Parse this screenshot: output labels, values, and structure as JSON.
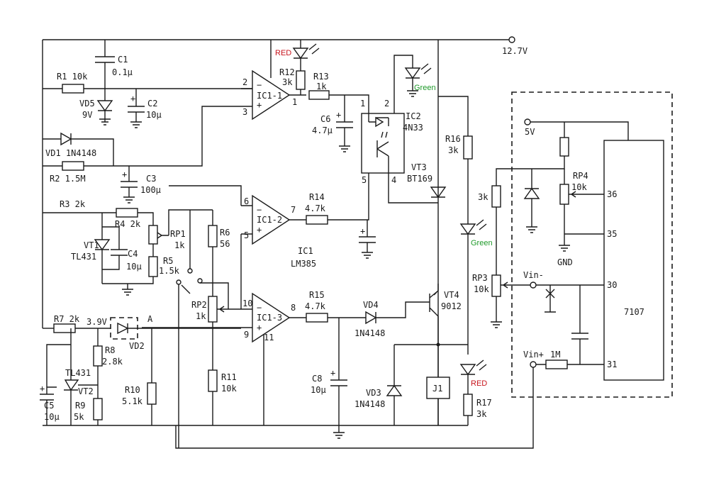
{
  "supply": {
    "vcc": "12.7V",
    "v5": "5V",
    "gnd": "GND",
    "va": "3.9V",
    "nodeA": "A"
  },
  "ic1": {
    "name": "IC1",
    "model": "LM385",
    "a": "IC1-1",
    "b": "IC1-2",
    "c": "IC1-3",
    "pins": {
      "p1": "1",
      "p2": "2",
      "p3": "3",
      "p5": "5",
      "p6": "6",
      "p7": "7",
      "p8": "8",
      "p9": "9",
      "p10": "10",
      "p11": "11"
    }
  },
  "ic2": {
    "name": "IC2",
    "model": "4N33",
    "p1": "1",
    "p2": "2",
    "p4": "4",
    "p5": "5"
  },
  "ic7107": {
    "name": "7107",
    "p36": "36",
    "p35": "35",
    "p30": "30",
    "p31": "31",
    "vinminus": "Vin-",
    "vinplus": "Vin+"
  },
  "parts": {
    "c1": "C1",
    "c1v": "0.1μ",
    "r1": "R1 10k",
    "vd5": "VD5",
    "vd5v": "9V",
    "c2": "C2",
    "c2v": "10μ",
    "vd1": "VD1 1N4148",
    "r2": "R2 1.5M",
    "c3": "C3",
    "c3v": "100μ",
    "r3": "R3 2k",
    "r4": "R4 2k",
    "vt1": "VT1",
    "vt1m": "TL431",
    "c4": "C4",
    "c4v": "10μ",
    "rp1": "RP1",
    "rp1v": "1k",
    "r5": "R5",
    "r5v": "1.5k",
    "r6": "R6",
    "r6v": "56",
    "rp2": "RP2",
    "rp2v": "1k",
    "r11": "R11",
    "r11v": "10k",
    "r7": "R7 2k",
    "vd2": "VD2",
    "r8": "R8",
    "r8v": "2.8k",
    "vt2m": "TL431",
    "vt2": "VT2",
    "r9": "R9",
    "r9v": "5k",
    "c5": "C5",
    "c5v": "10μ",
    "r10": "R10",
    "r10v": "5.1k",
    "r12": "R12",
    "r12v": "3k",
    "r13": "R13",
    "r13v": "1k",
    "c6": "C6",
    "c6v": "4.7μ",
    "r14": "R14",
    "r14v": "4.7k",
    "r15": "R15",
    "r15v": "4.7k",
    "vd4": "VD4",
    "vd4m": "1N4148",
    "c8": "C8",
    "c8v": "10μ",
    "vd3": "VD3",
    "vd3m": "1N4148",
    "j1": "J1",
    "vt3": "VT3",
    "vt3m": "BT169",
    "vt4": "VT4",
    "vt4m": "9012",
    "r16": "R16",
    "r16v": "3k",
    "r17": "R17",
    "r17v": "3k",
    "rp3": "RP3",
    "rp3v": "10k",
    "rp4": "RP4",
    "rp4v": "10k",
    "r3k": "3k",
    "r1m": "1M"
  },
  "leds": {
    "red": "RED",
    "green": "Green"
  },
  "colors": {
    "red": "#c8141c",
    "green": "#1f9a2a"
  }
}
